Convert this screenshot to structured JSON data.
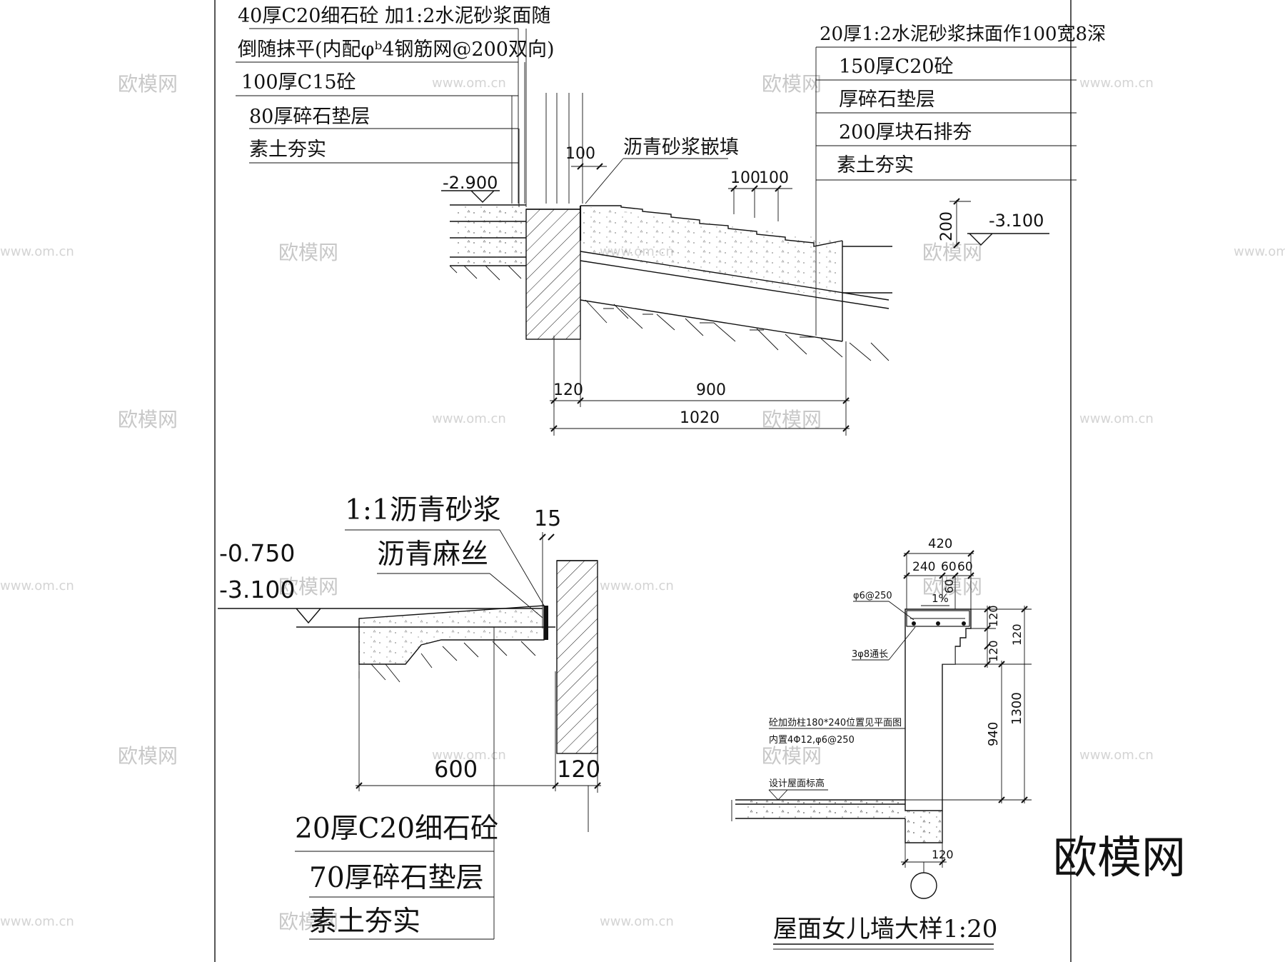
{
  "watermark": {
    "brand": "欧模网",
    "url": "www.om.cn"
  },
  "detail1": {
    "callouts_left": [
      "40厚C20细石砼 加1:2水泥砂浆面随",
      "倒随抹平(内配φᵇ4钢筋网@200双向)",
      "100厚C15砼",
      "80厚碎石垫层",
      "素土夯实"
    ],
    "callouts_right": [
      "20厚1:2水泥砂浆抹面作100宽8深",
      "150厚C20砼",
      "厚碎石垫层",
      "200厚块石排夯",
      "素土夯实"
    ],
    "joint_label": "沥青砂浆嵌填",
    "elev_left": "-2.900",
    "elev_right": "-3.100",
    "dims": {
      "d100a": "100",
      "d100b": "100",
      "d100c": "100",
      "d200": "200",
      "d120": "120",
      "d900": "900",
      "d1020": "1020"
    }
  },
  "detail2": {
    "callouts_top": [
      "1:1沥青砂浆",
      "沥青麻丝"
    ],
    "callouts_bottom": [
      "20厚C20细石砼",
      "70厚碎石垫层",
      "素土夯实"
    ],
    "elev_a": "-0.750",
    "elev_b": "-3.100",
    "dims": {
      "d15": "15",
      "d600": "600",
      "d120": "120"
    }
  },
  "detail3": {
    "title": "屋面女儿墙大样1:20",
    "notes": [
      "φ6@250",
      "3φ8通长",
      "砼加劲柱180*240位置见平面图",
      "内置4Φ12,φ6@250",
      "设计屋面标高"
    ],
    "slope": "1%",
    "dims": {
      "d420": "420",
      "d240": "240",
      "d60a": "60",
      "d60b": "60",
      "d60c": "60",
      "d120a": "120",
      "d120b": "120",
      "d120c": "120",
      "d940": "940",
      "d1300": "1300",
      "d120bottom": "120"
    }
  }
}
